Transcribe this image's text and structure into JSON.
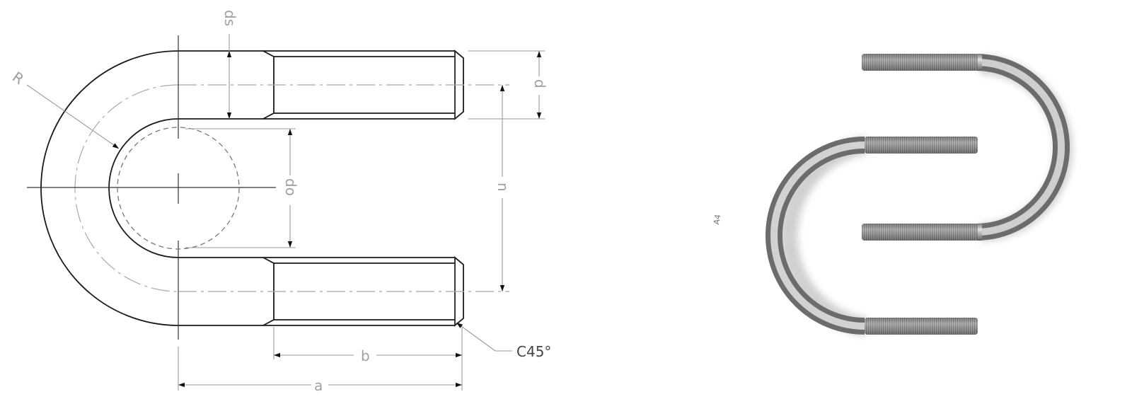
{
  "figure": {
    "drawing": {
      "title": "U-bolt technical drawing",
      "labels": {
        "radius": "R",
        "shank_diameter": "ds",
        "thread_diameter": "d",
        "inner_diameter": "do",
        "leg_spacing": "n",
        "thread_length": "b",
        "overall_length": "a",
        "chamfer": "C45°"
      },
      "colors": {
        "outline": "#1a1a1a",
        "dimension": "#9a9a9a",
        "centerline": "#a8a8a8"
      }
    },
    "photo": {
      "title": "Stainless steel U-bolts photo",
      "marking": "A4",
      "items": [
        {
          "name": "u-bolt-upper",
          "orientation": "opening-left"
        },
        {
          "name": "u-bolt-lower",
          "orientation": "opening-right"
        }
      ],
      "colors": {
        "metal_light": "#d8d8d8",
        "metal_mid": "#9a9a9a",
        "metal_dark": "#5a5a5a"
      }
    }
  }
}
